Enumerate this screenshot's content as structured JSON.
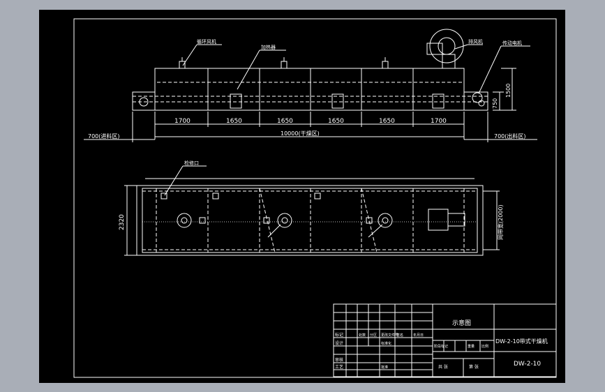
{
  "drawing": {
    "background": "#a9aeb7",
    "sheet_color": "#000000",
    "line_color": "#ffffff",
    "labels": {
      "circ_fan": "循环风机",
      "heater": "加热器",
      "exhaust_fan": "排风机",
      "drive_motor": "传动电机",
      "inspect_port": "检修口"
    },
    "front_dims": {
      "segments": [
        "1700",
        "1650",
        "1650",
        "1650",
        "1650",
        "1700"
      ],
      "total": "10000(干燥区)",
      "left_ext": "700(进料区)",
      "right_ext": "700(出料区)",
      "height_750": "750",
      "height_1500": "1500"
    },
    "plan_dims": {
      "width": "2320",
      "belt_width": "网带宽(2000)"
    }
  },
  "title_block": {
    "name_cell": "示意图",
    "product": "DW-2-10带式干燥机",
    "code": "DW-2-10",
    "rows": [
      "标记",
      "设计",
      "审核",
      "工艺"
    ],
    "misc": [
      "处数",
      "分区",
      "更改文件号",
      "签名",
      "年月日",
      "标准化",
      "批准",
      "阶段标记",
      "重量",
      "比例",
      "共 张",
      "第 张"
    ]
  }
}
